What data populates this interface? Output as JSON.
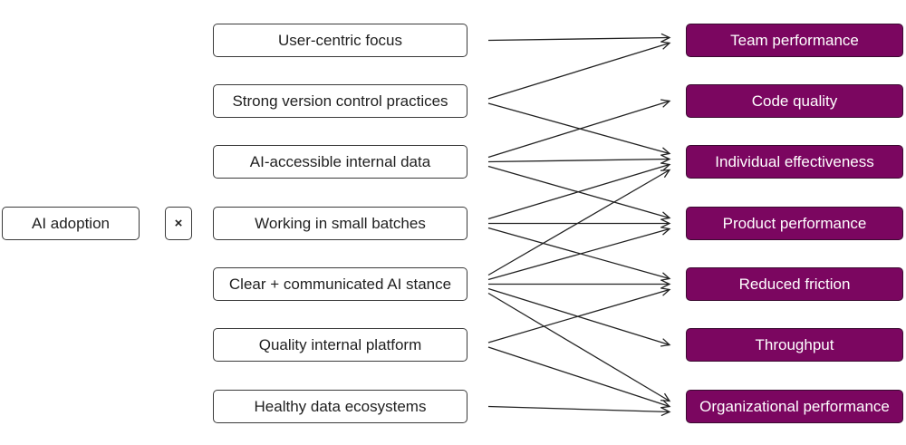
{
  "source": {
    "label": "AI adoption"
  },
  "operator": {
    "symbol": "×"
  },
  "factors": [
    {
      "id": "user-centric-focus",
      "label": "User-centric focus"
    },
    {
      "id": "strong-version-control-practices",
      "label": "Strong version control practices"
    },
    {
      "id": "ai-accessible-internal-data",
      "label": "AI-accessible internal data"
    },
    {
      "id": "working-in-small-batches",
      "label": "Working in small batches"
    },
    {
      "id": "clear-communicated-ai-stance",
      "label": "Clear + communicated AI stance"
    },
    {
      "id": "quality-internal-platform",
      "label": "Quality internal platform"
    },
    {
      "id": "healthy-data-ecosystems",
      "label": "Healthy data ecosystems"
    }
  ],
  "outcomes": [
    {
      "id": "team-performance",
      "label": "Team performance"
    },
    {
      "id": "code-quality",
      "label": "Code quality"
    },
    {
      "id": "individual-effectiveness",
      "label": "Individual effectiveness"
    },
    {
      "id": "product-performance",
      "label": "Product performance"
    },
    {
      "id": "reduced-friction",
      "label": "Reduced friction"
    },
    {
      "id": "throughput",
      "label": "Throughput"
    },
    {
      "id": "organizational-performance",
      "label": "Organizational performance"
    }
  ],
  "links": [
    {
      "from": "user-centric-focus",
      "to": "team-performance"
    },
    {
      "from": "strong-version-control-practices",
      "to": "team-performance"
    },
    {
      "from": "strong-version-control-practices",
      "to": "individual-effectiveness"
    },
    {
      "from": "ai-accessible-internal-data",
      "to": "code-quality"
    },
    {
      "from": "ai-accessible-internal-data",
      "to": "individual-effectiveness"
    },
    {
      "from": "ai-accessible-internal-data",
      "to": "product-performance"
    },
    {
      "from": "working-in-small-batches",
      "to": "individual-effectiveness"
    },
    {
      "from": "working-in-small-batches",
      "to": "product-performance"
    },
    {
      "from": "working-in-small-batches",
      "to": "reduced-friction"
    },
    {
      "from": "clear-communicated-ai-stance",
      "to": "individual-effectiveness"
    },
    {
      "from": "clear-communicated-ai-stance",
      "to": "product-performance"
    },
    {
      "from": "clear-communicated-ai-stance",
      "to": "reduced-friction"
    },
    {
      "from": "clear-communicated-ai-stance",
      "to": "throughput"
    },
    {
      "from": "clear-communicated-ai-stance",
      "to": "organizational-performance"
    },
    {
      "from": "quality-internal-platform",
      "to": "reduced-friction"
    },
    {
      "from": "quality-internal-platform",
      "to": "organizational-performance"
    },
    {
      "from": "healthy-data-ecosystems",
      "to": "organizational-performance"
    }
  ],
  "colors": {
    "outcome_fill": "#7b0660",
    "outcome_text": "#ffffff",
    "border": "#3a3a3a",
    "arrow": "#222222"
  }
}
